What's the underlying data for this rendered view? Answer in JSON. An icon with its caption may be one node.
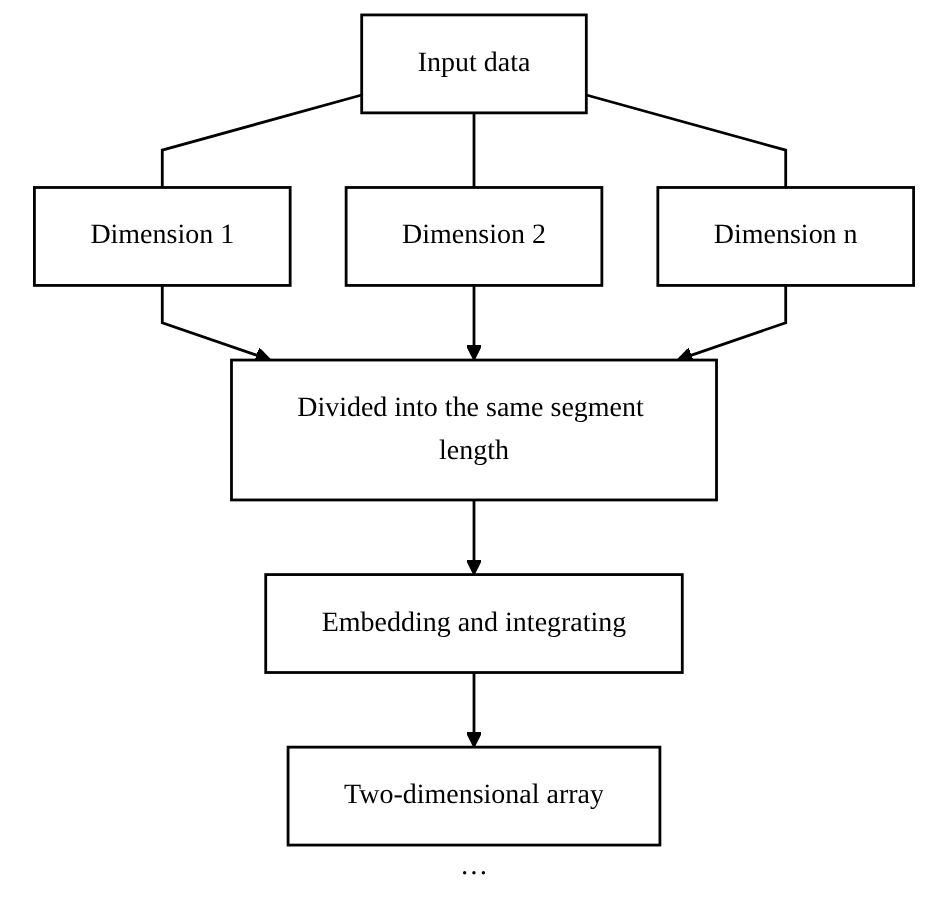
{
  "diagram": {
    "nodes": [
      {
        "text": [
          "Input data"
        ]
      },
      {
        "text": [
          "Dimension 1"
        ]
      },
      {
        "text": [
          "Dimension 2"
        ]
      },
      {
        "text": [
          "Dimension n"
        ]
      },
      {
        "text": [
          "Divided into the same segment length"
        ]
      },
      {
        "text": [
          "Embedding and integrating"
        ]
      },
      {
        "text": [
          "Two-dimensional array"
        ]
      }
    ],
    "edges": [
      {
        "from": 0,
        "to": 1,
        "arrow": "none"
      },
      {
        "from": 0,
        "to": 2,
        "arrow": "none"
      },
      {
        "from": 0,
        "to": 3,
        "arrow": "none"
      },
      {
        "from": 1,
        "to": 4,
        "arrow": "to"
      },
      {
        "from": 2,
        "to": 4,
        "arrow": "to"
      },
      {
        "from": 3,
        "to": 4,
        "arrow": "to"
      },
      {
        "from": 4,
        "to": 5,
        "arrow": "to"
      },
      {
        "from": 5,
        "to": 6,
        "arrow": "to"
      }
    ],
    "labels": [
      "···"
    ]
  }
}
